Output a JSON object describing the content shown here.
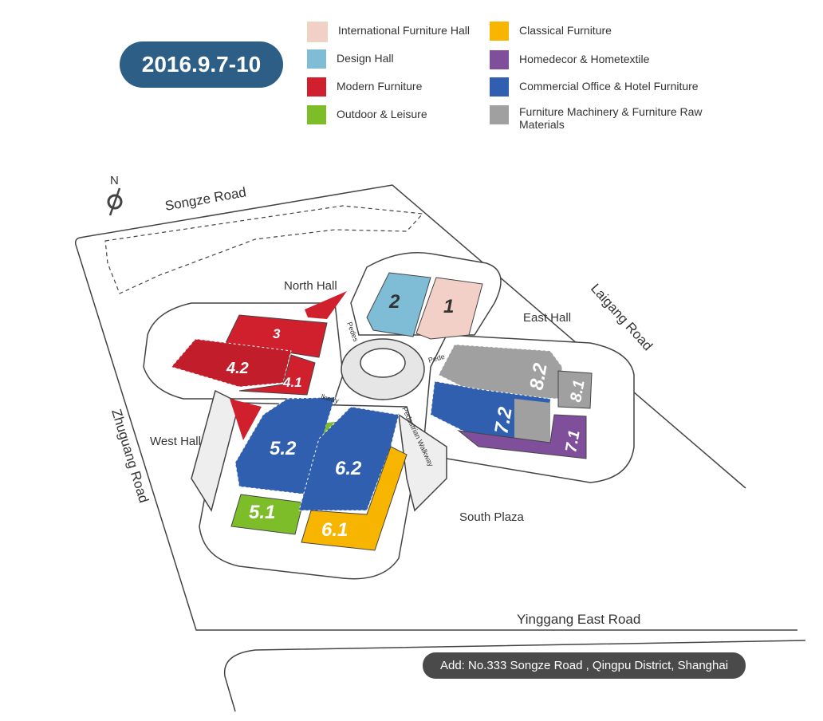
{
  "date_badge": "2016.9.7-10",
  "legend": [
    {
      "label": "International Furniture Hall",
      "color": "#f2cfc7"
    },
    {
      "label": "Design Hall",
      "color": "#7fbcd6"
    },
    {
      "label": "Modern Furniture",
      "color": "#d0202e"
    },
    {
      "label": "Outdoor & Leisure",
      "color": "#7dbd2a"
    },
    {
      "label": "Classical Furniture",
      "color": "#f7b500"
    },
    {
      "label": "Homedecor & Hometextile",
      "color": "#7f4f9b"
    },
    {
      "label": "Commercial Office & Hotel Furniture",
      "color": "#2f5fae"
    },
    {
      "label": "Furniture Machinery & Furniture Raw Materials",
      "color": "#a0a0a0"
    }
  ],
  "compass": {
    "label": "N"
  },
  "roads": {
    "north": "Songze Road",
    "east": "Laigang Road",
    "west": "Zhuguang Road",
    "south": "Yinggang  East Road"
  },
  "areas": {
    "north_hall": "North Hall",
    "east_hall": "East Hall",
    "west_hall": "West Hall",
    "south_plaza": "South Plaza",
    "walkway": "Pedestrian Walkway",
    "walkway_short": "Pedes",
    "walkway_short2": "Pede",
    "walkway_tail": "lkway"
  },
  "halls": {
    "h1": "1",
    "h2": "2",
    "h3": "3",
    "h41": "4.1",
    "h42": "4.2",
    "h51": "5.1",
    "h52": "5.2",
    "h61": "6.1",
    "h62": "6.2",
    "h71": "7.1",
    "h72": "7.2",
    "h81": "8.1",
    "h82": "8.2"
  },
  "address": "Add: No.333 Songze Road , Qingpu District, Shanghai"
}
